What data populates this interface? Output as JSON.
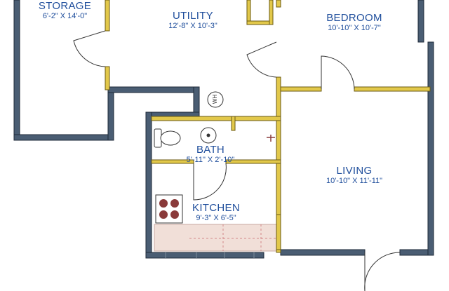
{
  "rooms": {
    "storage": {
      "name": "STORAGE",
      "dims": "6'-2\" X 14'-0\""
    },
    "utility": {
      "name": "UTILITY",
      "dims": "12'-8\" X 10'-3\""
    },
    "bedroom": {
      "name": "BEDROOM",
      "dims": "10'-10\" X 10'-7\""
    },
    "bath": {
      "name": "BATH",
      "dims": "5'-11\" X 2'-10\""
    },
    "living": {
      "name": "LIVING",
      "dims": "10'-10\" X 11'-11\""
    },
    "kitchen": {
      "name": "KITCHEN",
      "dims": "9'-3\" X 6'-5\""
    }
  },
  "fixtures": {
    "water_heater": "WH"
  },
  "colors": {
    "wall_fill": "#4a5d73",
    "wall_outline": "#1f2a38",
    "interior_wall": "#e2c84a",
    "label_text": "#1f4e9c",
    "counter": "#f1dfd8"
  }
}
